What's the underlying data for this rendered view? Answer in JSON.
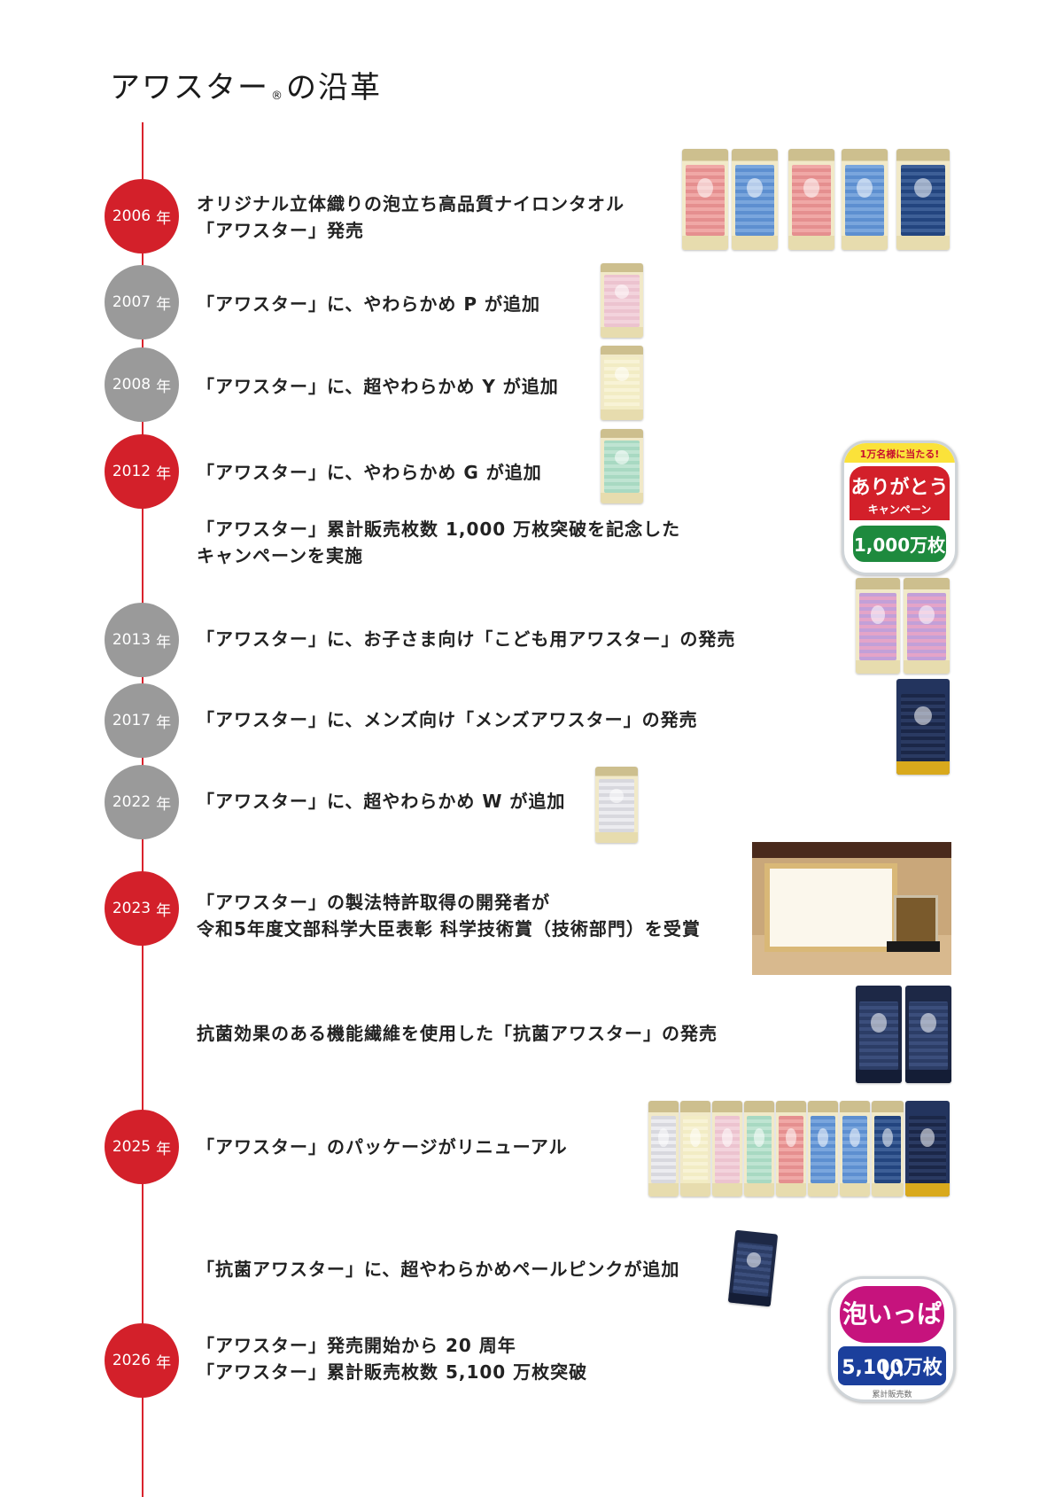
{
  "header": {
    "title_main": "アワスター",
    "title_reg": "®",
    "title_suffix": "の沿革"
  },
  "timeline": [
    {
      "year": "2006",
      "unit": "年",
      "style": "major",
      "lines": [
        "オリジナル立体織りの泡立ち高品質ナイロンタオル",
        "「アワスター」発売"
      ]
    },
    {
      "year": "2007",
      "unit": "年",
      "style": "minor",
      "lines": [
        "「アワスター」に、やわらかめ P が追加"
      ]
    },
    {
      "year": "2008",
      "unit": "年",
      "style": "minor",
      "lines": [
        "「アワスター」に、超やわらかめ Y が追加"
      ]
    },
    {
      "year": "2012",
      "unit": "年",
      "style": "major",
      "lines": [
        "「アワスター」に、やわらかめ G が追加"
      ]
    },
    {
      "year": null,
      "lines": [
        "「アワスター」累計販売枚数 1,000 万枚突破を記念した",
        "キャンペーンを実施"
      ]
    },
    {
      "year": "2013",
      "unit": "年",
      "style": "minor",
      "lines": [
        "「アワスター」に、お子さま向け「こども用アワスター」の発売"
      ]
    },
    {
      "year": "2017",
      "unit": "年",
      "style": "minor",
      "lines": [
        "「アワスター」に、メンズ向け「メンズアワスター」の発売"
      ]
    },
    {
      "year": "2022",
      "unit": "年",
      "style": "minor",
      "lines": [
        "「アワスター」に、超やわらかめ W が追加"
      ]
    },
    {
      "year": "2023",
      "unit": "年",
      "style": "major",
      "lines": [
        "「アワスター」の製法特許取得の開発者が",
        "令和5年度文部科学大臣表彰 科学技術賞（技術部門）を受賞"
      ]
    },
    {
      "year": null,
      "lines": [
        "抗菌効果のある機能繊維を使用した「抗菌アワスター」の発売"
      ]
    },
    {
      "year": "2025",
      "unit": "年",
      "style": "major",
      "lines": [
        "「アワスター」のパッケージがリニューアル"
      ]
    },
    {
      "year": null,
      "lines": [
        "「抗菌アワスター」に、超やわらかめペールピンクが追加"
      ]
    },
    {
      "year": "2026",
      "unit": "年",
      "style": "major",
      "lines": [
        "「アワスター」発売開始から 20 周年",
        "「アワスター」累計販売枚数 5,100 万枚突破"
      ]
    }
  ],
  "campaign_badge": {
    "top": "1万名様に当たる!",
    "main": "ありがとう",
    "sub": "キャンペーン",
    "count": "1,000万枚"
  },
  "foam_badge": {
    "foam": "泡いっぱい",
    "count": "5,100万枚",
    "caption": "累計販売数"
  },
  "colors": {
    "accent_red": "#d3202a",
    "minor_gray": "#9a9a9a",
    "timeline_line": "#d9232d"
  }
}
